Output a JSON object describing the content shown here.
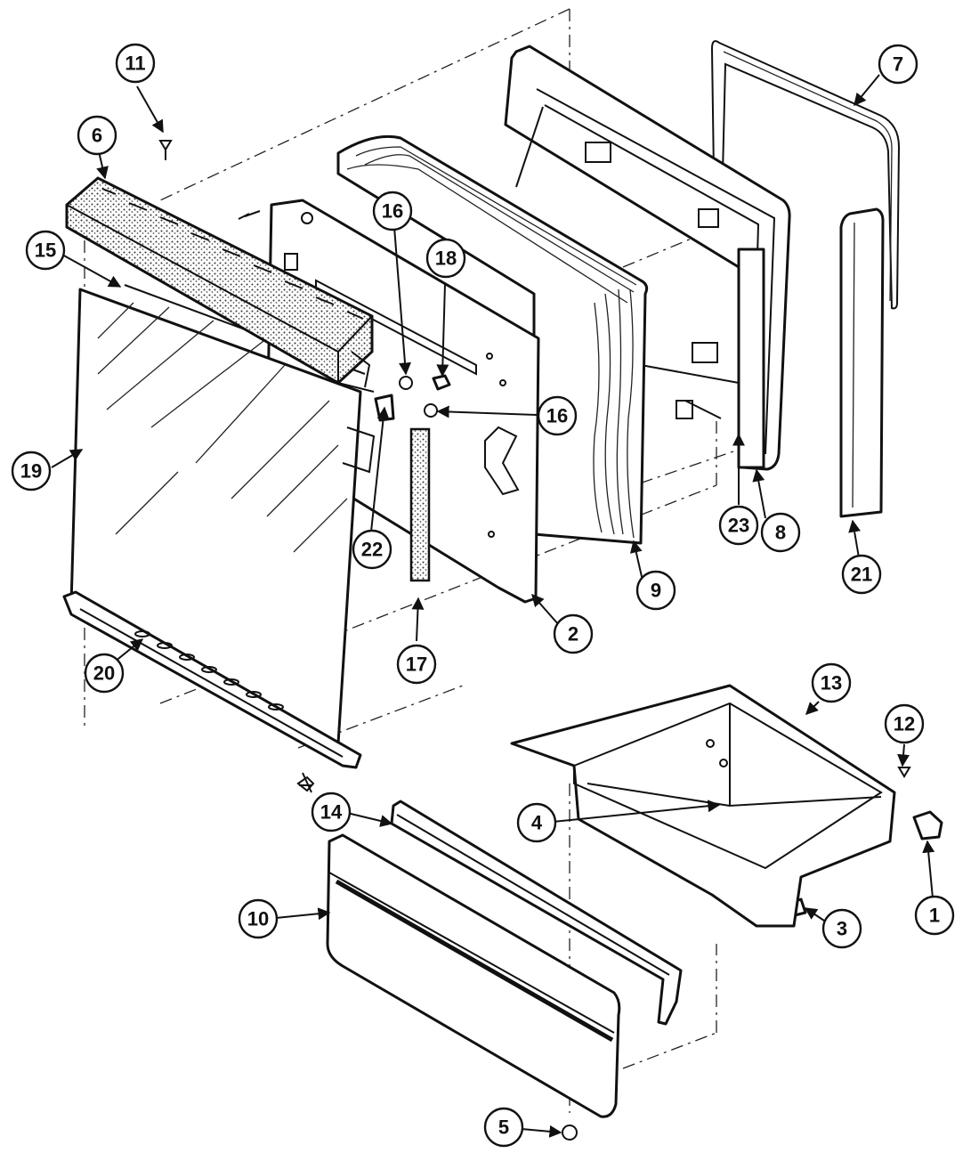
{
  "diagram": {
    "type": "exploded-parts",
    "callouts": [
      {
        "label": "1"
      },
      {
        "label": "2"
      },
      {
        "label": "3"
      },
      {
        "label": "4"
      },
      {
        "label": "5"
      },
      {
        "label": "6"
      },
      {
        "label": "7"
      },
      {
        "label": "8"
      },
      {
        "label": "9"
      },
      {
        "label": "10"
      },
      {
        "label": "11"
      },
      {
        "label": "12"
      },
      {
        "label": "13"
      },
      {
        "label": "14"
      },
      {
        "label": "15"
      },
      {
        "label": "16"
      },
      {
        "label": "16"
      },
      {
        "label": "17"
      },
      {
        "label": "18"
      },
      {
        "label": "19"
      },
      {
        "label": "20"
      },
      {
        "label": "21"
      },
      {
        "label": "22"
      },
      {
        "label": "23"
      }
    ]
  }
}
